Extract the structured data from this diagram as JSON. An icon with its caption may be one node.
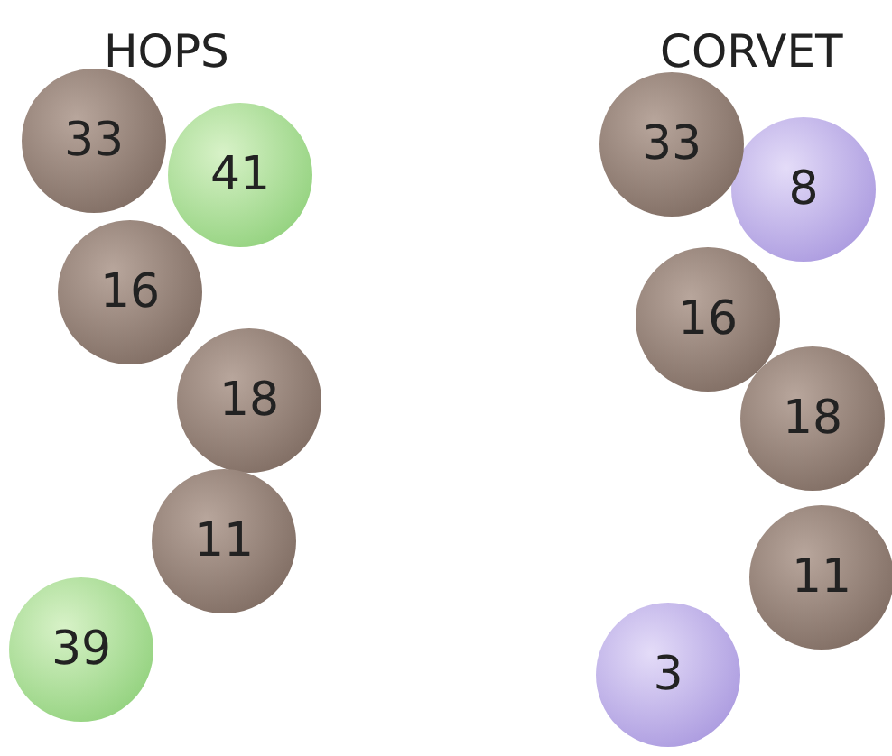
{
  "diagram": {
    "nodes": [
      {
        "text": [
          "33"
        ]
      },
      {
        "text": [
          "41"
        ]
      },
      {
        "text": [
          "16"
        ]
      },
      {
        "text": [
          "18"
        ]
      },
      {
        "text": [
          "11"
        ]
      },
      {
        "text": [
          "39"
        ]
      },
      {
        "text": [
          "33"
        ]
      },
      {
        "text": [
          "8"
        ]
      },
      {
        "text": [
          "16"
        ]
      },
      {
        "text": [
          "18"
        ]
      },
      {
        "text": [
          "11"
        ]
      },
      {
        "text": [
          "3"
        ]
      }
    ],
    "labels": [
      "HOPS",
      "CORVET"
    ]
  }
}
